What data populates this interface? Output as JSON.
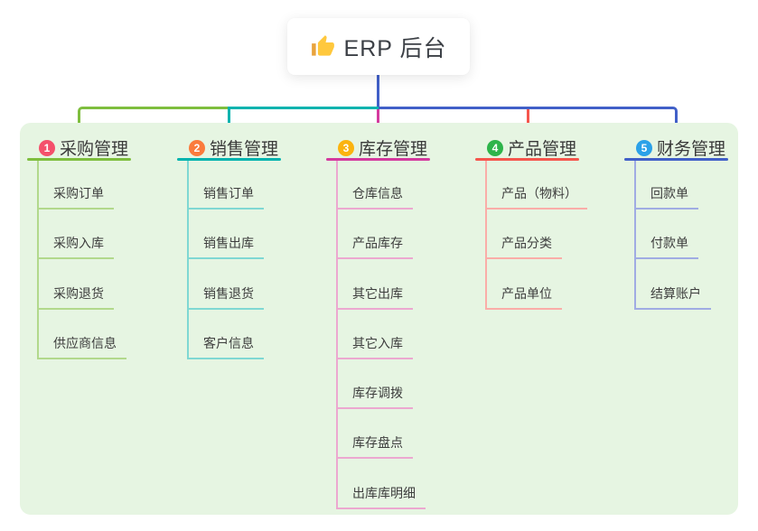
{
  "root": {
    "title": "ERP 后台",
    "icon": "thumbs-up"
  },
  "branches": [
    {
      "number": "1",
      "label": "采购管理",
      "color": "#7EBE3E",
      "badge_color": "#F4506B",
      "children": [
        "采购订单",
        "采购入库",
        "采购退货",
        "供应商信息"
      ]
    },
    {
      "number": "2",
      "label": "销售管理",
      "color": "#00B3AE",
      "badge_color": "#FA7B3C",
      "children": [
        "销售订单",
        "销售出库",
        "销售退货",
        "客户信息"
      ]
    },
    {
      "number": "3",
      "label": "库存管理",
      "color": "#D43A9E",
      "badge_color": "#FBB30F",
      "children": [
        "仓库信息",
        "产品库存",
        "其它出库",
        "其它入库",
        "库存调拨",
        "库存盘点",
        "出库库明细"
      ]
    },
    {
      "number": "4",
      "label": "产品管理",
      "color": "#F5564D",
      "badge_color": "#2EB44A",
      "children": [
        "产品（物料）",
        "产品分类",
        "产品单位"
      ]
    },
    {
      "number": "5",
      "label": "财务管理",
      "color": "#4160C8",
      "badge_color": "#2BA1E8",
      "children": [
        "回款单",
        "付款单",
        "结算账户"
      ]
    }
  ],
  "canvas": {
    "background": "#FFFFFF",
    "panel_color": "#E6F5E2",
    "root_connector_color": "#4160C8"
  }
}
